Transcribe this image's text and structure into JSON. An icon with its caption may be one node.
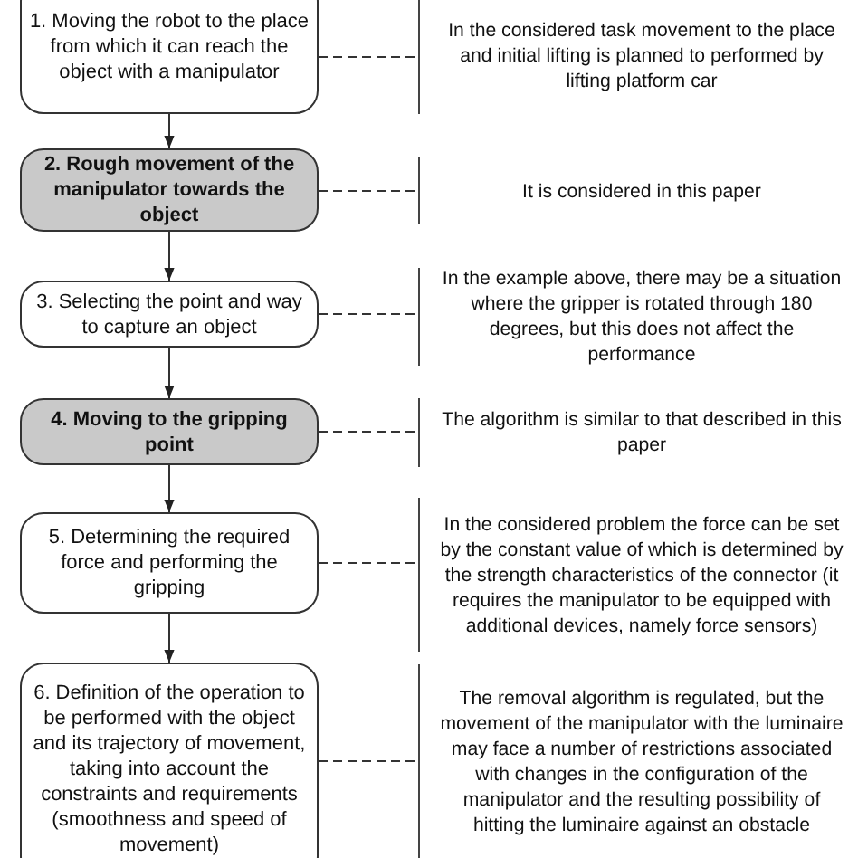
{
  "diagram": {
    "nodes": [
      {
        "text": [
          "1. Moving the robot to the place from which it can reach the object with a manipulator"
        ]
      },
      {
        "text": [
          "In the considered task movement to the place and initial lifting is planned to performed by lifting platform car"
        ]
      },
      {
        "text": [
          "2. Rough movement of the manipulator towards the object"
        ]
      },
      {
        "text": [
          "It is considered in this paper"
        ]
      },
      {
        "text": [
          "3. Selecting the point and way to capture an object"
        ]
      },
      {
        "text": [
          "In the example above, there may be a situation where the gripper is rotated through 180 degrees, but this does not affect the performance"
        ]
      },
      {
        "text": [
          "4. Moving to the gripping point"
        ]
      },
      {
        "text": [
          "The algorithm is similar to that described in this paper"
        ]
      },
      {
        "text": [
          "5. Determining the required force and performing the gripping"
        ]
      },
      {
        "text": [
          "In the considered problem the force can be set by the constant value of which is determined by the strength characteristics of the connector (it requires the manipulator to be equipped with additional devices, namely force sensors)"
        ]
      },
      {
        "text": [
          "6. Definition of the operation to be performed with the object and its trajectory of movement, taking into account the constraints and requirements (smoothness and speed of movement)"
        ]
      },
      {
        "text": [
          "The removal algorithm is regulated, but the movement of the manipulator with the luminaire may face a number of restrictions associated with changes in the configuration of the manipulator and the resulting possibility of hitting the luminaire against an obstacle"
        ]
      }
    ],
    "edges": [
      {
        "from": 0,
        "to": 2,
        "arrow": "to"
      },
      {
        "from": 2,
        "to": 4,
        "arrow": "to"
      },
      {
        "from": 4,
        "to": 6,
        "arrow": "to"
      },
      {
        "from": 6,
        "to": 8,
        "arrow": "to"
      },
      {
        "from": 8,
        "to": 10,
        "arrow": "to"
      },
      {
        "from": 0,
        "to": 1,
        "arrow": "none",
        "style": "dashed"
      },
      {
        "from": 2,
        "to": 3,
        "arrow": "none",
        "style": "dashed"
      },
      {
        "from": 4,
        "to": 5,
        "arrow": "none",
        "style": "dashed"
      },
      {
        "from": 6,
        "to": 7,
        "arrow": "none",
        "style": "dashed"
      },
      {
        "from": 8,
        "to": 9,
        "arrow": "none",
        "style": "dashed"
      },
      {
        "from": 10,
        "to": 11,
        "arrow": "none",
        "style": "dashed"
      }
    ]
  }
}
